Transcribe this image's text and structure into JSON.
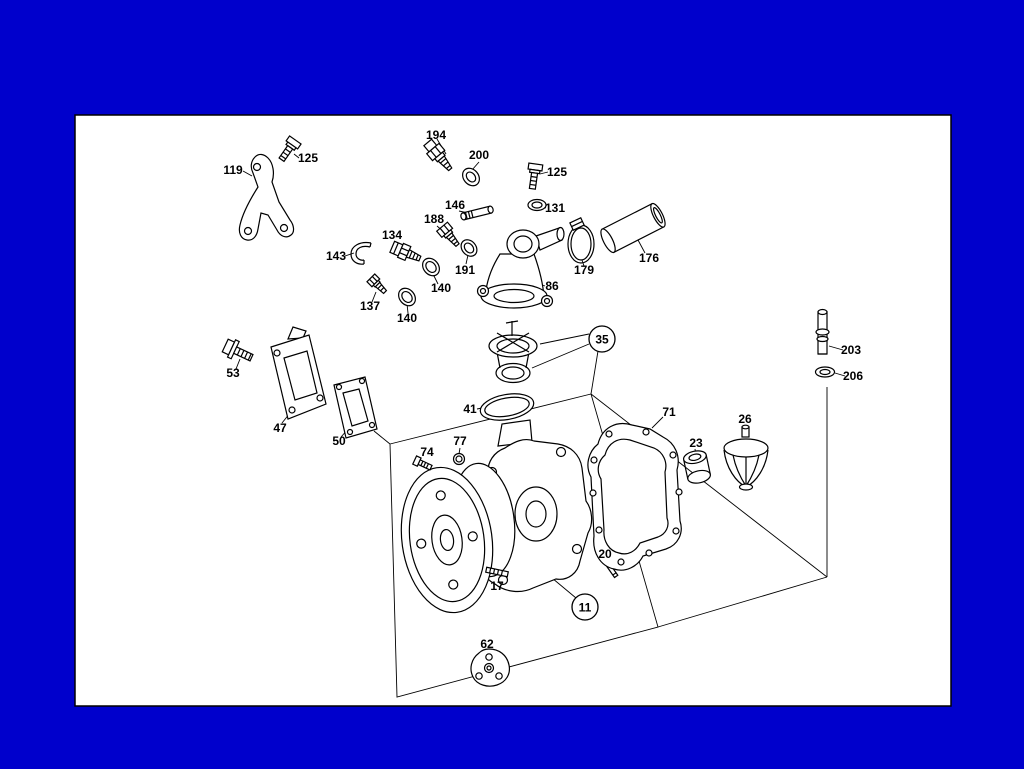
{
  "colors": {
    "background": "#0000cc",
    "panel": "#ffffff",
    "line": "#000000"
  },
  "parts": [
    {
      "label": "194"
    },
    {
      "label": "200"
    },
    {
      "label": "125"
    },
    {
      "label": "119"
    },
    {
      "label": "125"
    },
    {
      "label": "146"
    },
    {
      "label": "131"
    },
    {
      "label": "188"
    },
    {
      "label": "134"
    },
    {
      "label": "143"
    },
    {
      "label": "191"
    },
    {
      "label": "179"
    },
    {
      "label": "176"
    },
    {
      "label": "86"
    },
    {
      "label": "137"
    },
    {
      "label": "140"
    },
    {
      "label": "140"
    },
    {
      "label": "203"
    },
    {
      "label": "206"
    },
    {
      "label": "53"
    },
    {
      "label": "47"
    },
    {
      "label": "50"
    },
    {
      "label": "41"
    },
    {
      "label": "74"
    },
    {
      "label": "77"
    },
    {
      "label": "71"
    },
    {
      "label": "23"
    },
    {
      "label": "26"
    },
    {
      "label": "20"
    },
    {
      "label": "17"
    },
    {
      "label": "62"
    }
  ],
  "callouts": [
    {
      "label": "35"
    },
    {
      "label": "11"
    }
  ]
}
